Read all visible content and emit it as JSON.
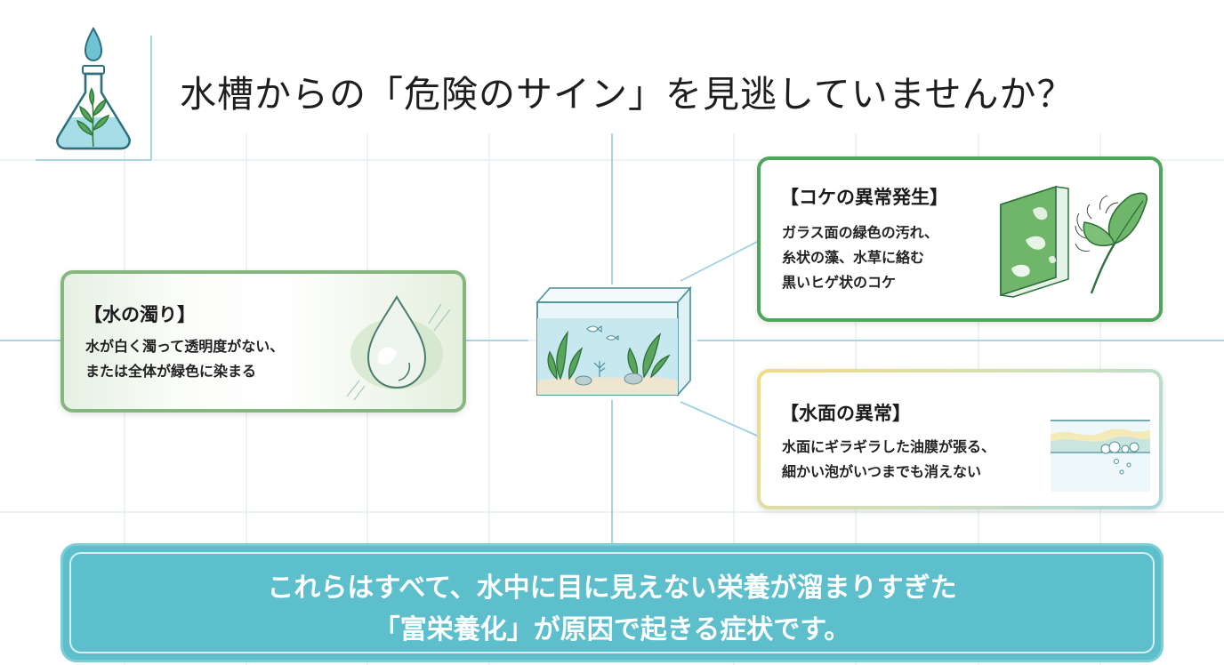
{
  "title": "水槽からの「危険のサイン」を見逃していませんか？",
  "cards": {
    "turbid": {
      "title": "【水の濁り】",
      "lines": [
        "水が白く濁って透明度がない、",
        "または全体が緑色に染まる"
      ]
    },
    "moss": {
      "title": "【コケの異常発生】",
      "lines": [
        "ガラス面の緑色の汚れ、",
        "糸状の藻、水草に絡む",
        "黒いヒゲ状のコケ"
      ]
    },
    "surface": {
      "title": "【水面の異常】",
      "lines": [
        "水面にギラギラした油膜が張る、",
        "細かい泡がいつまでも消えない"
      ]
    }
  },
  "summary": {
    "lines": [
      "これらはすべて、水中に目に見えない栄養が溜まりすぎた",
      "「富栄養化」が原因で起きる症状です。"
    ]
  },
  "colors": {
    "accent": "#5cbfcb",
    "green": "#4fa55a",
    "grid": "#d9eef2"
  },
  "icons": [
    "flask-icon",
    "water-drop-icon",
    "aquarium-icon",
    "algae-glass-icon",
    "leaf-icon",
    "water-surface-icon"
  ]
}
